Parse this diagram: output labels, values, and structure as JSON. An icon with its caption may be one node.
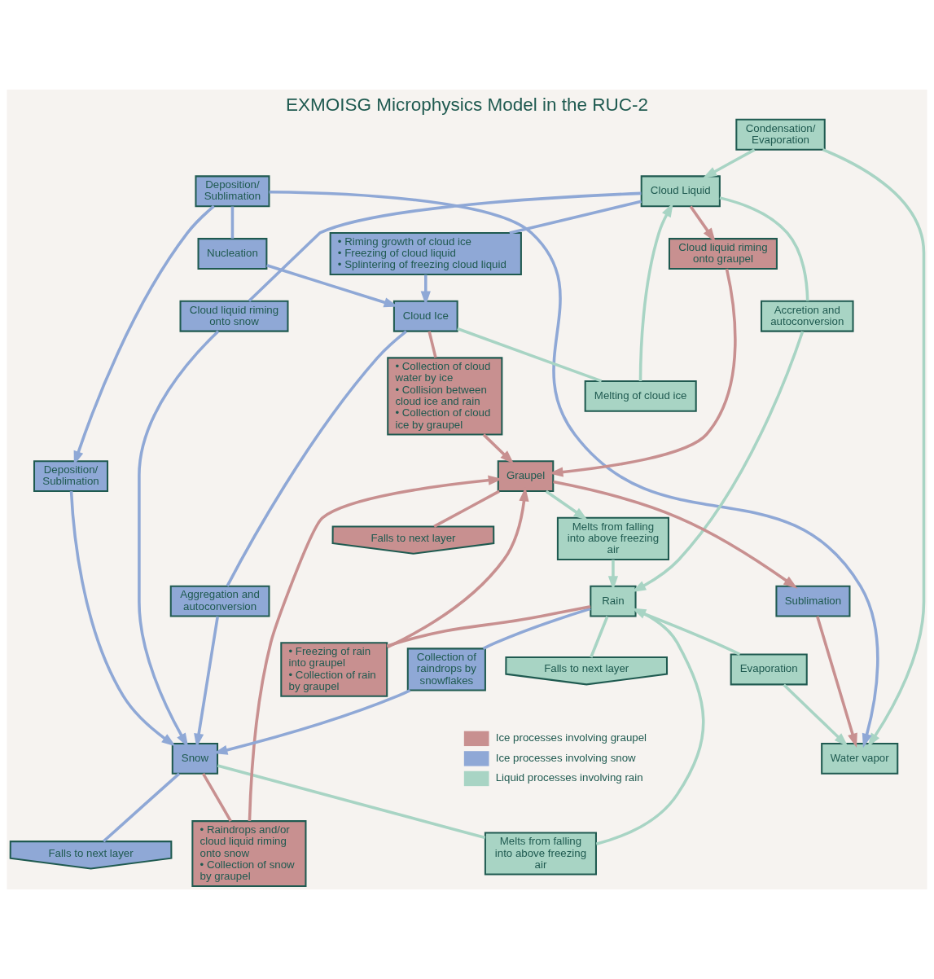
{
  "diagram": {
    "title": "EXMOISG Microphysics Model in the RUC-2",
    "nodes": [
      {
        "text": [
          "Water vapor"
        ]
      },
      {
        "text": [
          "Condensation/ Evaporation"
        ]
      },
      {
        "text": [
          "Deposition/ Sublimation"
        ]
      },
      {
        "text": [
          "Nucleation"
        ]
      },
      {
        "text": [
          "Cloud Liquid"
        ]
      },
      {
        "text": [
          "• Riming growth of cloud ice",
          "• Freezing of cloud liquid",
          "• Splintering of freezing cloud liquid"
        ]
      },
      {
        "text": [
          "Cloud Ice"
        ]
      },
      {
        "text": [
          "Melting of cloud ice"
        ]
      },
      {
        "text": [
          "Cloud liquid riming onto graupel"
        ]
      },
      {
        "text": [
          "• Collection of cloud water by ice",
          "• Collision between cloud ice and rain",
          "• Collection of cloud ice by graupel"
        ]
      },
      {
        "text": [
          "Aggregation and autoconversion"
        ]
      },
      {
        "text": [
          "Cloud liquid riming onto snow"
        ]
      },
      {
        "text": [
          "Evaporation"
        ]
      },
      {
        "text": [
          "Accretion and autoconversion"
        ]
      },
      {
        "text": [
          "Melts from falling into above freezing air"
        ]
      },
      {
        "text": [
          "Snow"
        ]
      },
      {
        "text": [
          "Deposition/ Sublimation"
        ]
      },
      {
        "text": [
          "• Raindrops and/or cloud liquid riming onto snow",
          "• Collection of snow by graupel"
        ]
      },
      {
        "text": [
          "Sublimation"
        ]
      },
      {
        "text": [
          "Collection of raindrops by snowflakes"
        ]
      },
      {
        "text": [
          "Falls to next layer"
        ]
      },
      {
        "text": [
          "Melts from falling into above freezing air"
        ]
      },
      {
        "text": [
          "Rain"
        ]
      },
      {
        "text": [
          "Graupel"
        ]
      },
      {
        "text": [
          "• Freezing of rain into graupel",
          "• Collection of rain by graupel"
        ]
      },
      {
        "text": [
          "Falls to next layer"
        ]
      },
      {
        "text": [
          "Falls to next layer"
        ]
      }
    ],
    "edges": [
      {
        "from": 22,
        "to": 12,
        "arrow": "none",
        "color": "#a8d4c4"
      },
      {
        "from": 12,
        "to": 0,
        "arrow": "to",
        "color": "#a8d4c4"
      },
      {
        "from": 1,
        "to": 0,
        "arrow": "to",
        "color": "#a8d4c4"
      },
      {
        "from": 1,
        "to": 4,
        "arrow": "to",
        "color": "#a8d4c4"
      },
      {
        "from": 2,
        "to": 0,
        "arrow": "to",
        "color": "#8fa8d6"
      },
      {
        "from": 2,
        "to": 3,
        "arrow": "none",
        "color": "#8fa8d6"
      },
      {
        "from": 3,
        "to": 6,
        "arrow": "to",
        "color": "#8fa8d6"
      },
      {
        "from": 2,
        "to": 16,
        "arrow": "to",
        "color": "#8fa8d6"
      },
      {
        "from": 16,
        "to": 15,
        "arrow": "to",
        "color": "#8fa8d6"
      },
      {
        "from": 4,
        "to": 5,
        "arrow": "none",
        "color": "#8fa8d6"
      },
      {
        "from": 5,
        "to": 6,
        "arrow": "to",
        "color": "#8fa8d6"
      },
      {
        "from": 6,
        "to": 7,
        "arrow": "none",
        "color": "#a8d4c4"
      },
      {
        "from": 7,
        "to": 4,
        "arrow": "to",
        "color": "#a8d4c4"
      },
      {
        "from": 4,
        "to": 8,
        "arrow": "to",
        "color": "#c89090"
      },
      {
        "from": 8,
        "to": 23,
        "arrow": "to",
        "color": "#c89090"
      },
      {
        "from": 6,
        "to": 10,
        "arrow": "none",
        "color": "#8fa8d6"
      },
      {
        "from": 10,
        "to": 15,
        "arrow": "to",
        "color": "#8fa8d6"
      },
      {
        "from": 6,
        "to": 9,
        "arrow": "none",
        "color": "#c89090"
      },
      {
        "from": 9,
        "to": 23,
        "arrow": "to",
        "color": "#c89090"
      },
      {
        "from": 4,
        "to": 11,
        "arrow": "none",
        "color": "#8fa8d6"
      },
      {
        "from": 11,
        "to": 15,
        "arrow": "to",
        "color": "#8fa8d6"
      },
      {
        "from": 4,
        "to": 13,
        "arrow": "none",
        "color": "#a8d4c4"
      },
      {
        "from": 13,
        "to": 22,
        "arrow": "to",
        "color": "#a8d4c4"
      },
      {
        "from": 15,
        "to": 14,
        "arrow": "none",
        "color": "#a8d4c4"
      },
      {
        "from": 14,
        "to": 22,
        "arrow": "to",
        "color": "#a8d4c4"
      },
      {
        "from": 22,
        "to": 19,
        "arrow": "none",
        "color": "#8fa8d6"
      },
      {
        "from": 19,
        "to": 15,
        "arrow": "to",
        "color": "#8fa8d6"
      },
      {
        "from": 15,
        "to": 17,
        "arrow": "none",
        "color": "#c89090"
      },
      {
        "from": 17,
        "to": 23,
        "arrow": "to",
        "color": "#c89090"
      },
      {
        "from": 23,
        "to": 21,
        "arrow": "to",
        "color": "#a8d4c4"
      },
      {
        "from": 21,
        "to": 22,
        "arrow": "to",
        "color": "#a8d4c4"
      },
      {
        "from": 22,
        "to": 24,
        "arrow": "none",
        "color": "#c89090"
      },
      {
        "from": 24,
        "to": 23,
        "arrow": "to",
        "color": "#c89090"
      },
      {
        "from": 23,
        "to": 18,
        "arrow": "to",
        "color": "#c89090"
      },
      {
        "from": 18,
        "to": 0,
        "arrow": "to",
        "color": "#c89090"
      },
      {
        "from": 15,
        "to": 20,
        "arrow": "none",
        "color": "#8fa8d6"
      },
      {
        "from": 22,
        "to": 25,
        "arrow": "none",
        "color": "#a8d4c4"
      },
      {
        "from": 23,
        "to": 26,
        "arrow": "none",
        "color": "#c89090"
      }
    ],
    "legend": [
      {
        "text": "Ice processes involving graupel",
        "color": "#c89090"
      },
      {
        "text": "Ice processes involving snow",
        "color": "#8fa8d6"
      },
      {
        "text": "Liquid processes involving rain",
        "color": "#a8d4c4"
      }
    ]
  }
}
